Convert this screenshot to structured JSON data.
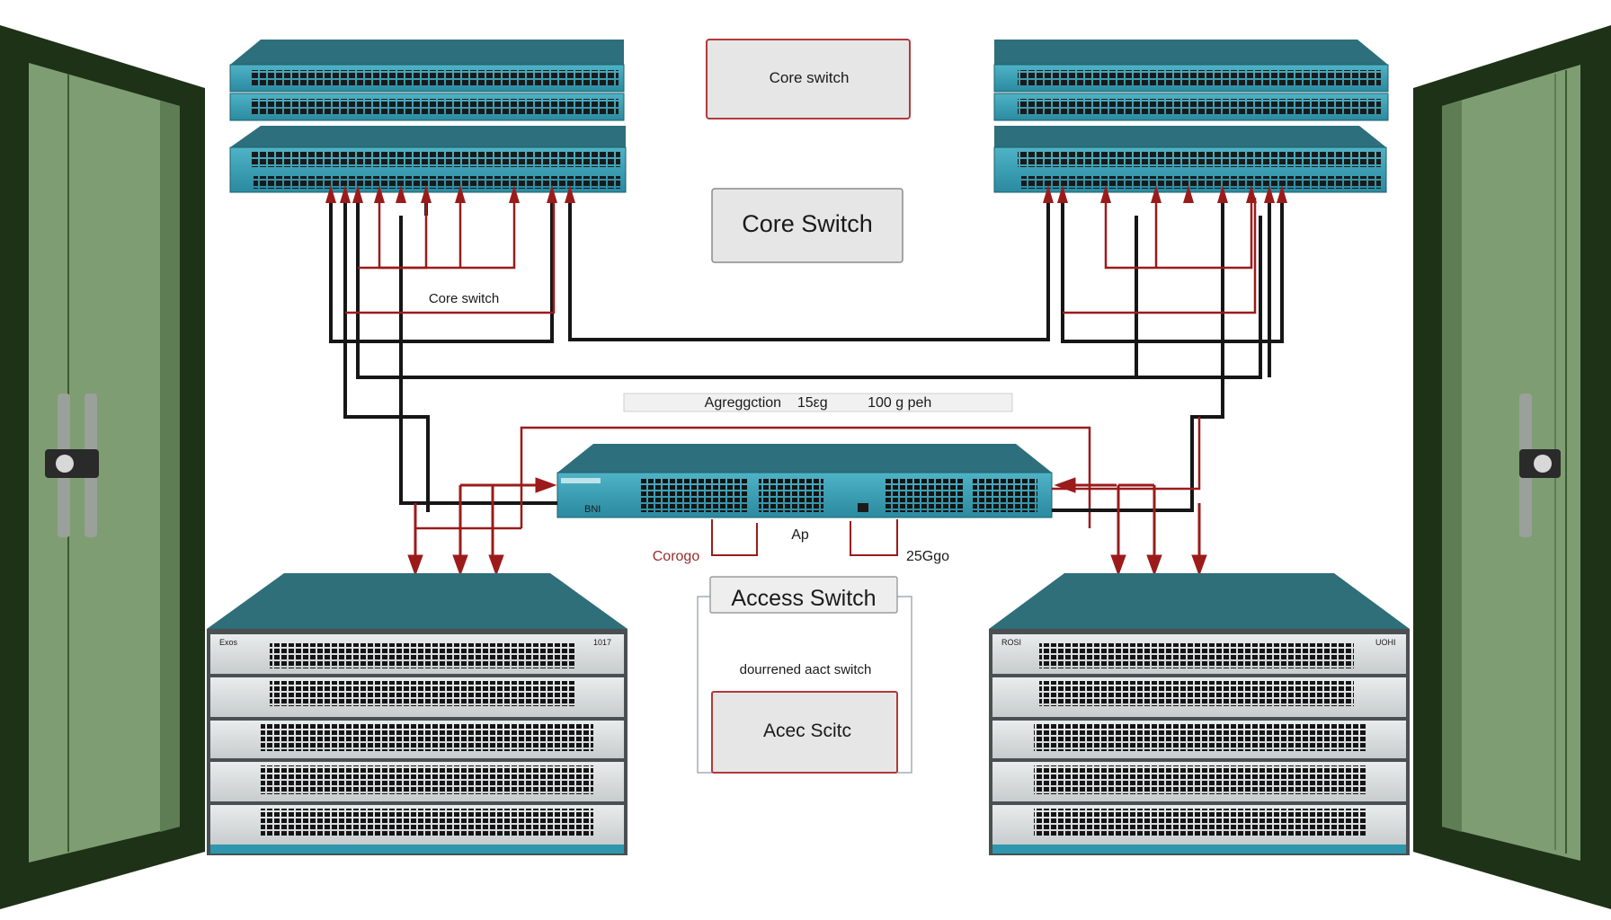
{
  "labels": {
    "core_switch_top": "Core switch",
    "core_switch_big": "Core Switch",
    "core_switch_left": "Core switch",
    "aggregation_bar": "Agreggction    15εg          100 g peh",
    "ap": "Ap",
    "corogo": "Corogo",
    "speed_right": "25Ggo",
    "access_switch": "Access Switch",
    "access_desc": "dourrened aact switch",
    "access_small": "Acec Scitc",
    "left_rack_tag": "Exos",
    "left_rack_tag2": "1017",
    "right_rack_tag": "ROSI",
    "right_rack_tag2": "UOHI",
    "agg_tag": "BNI"
  },
  "colors": {
    "switch_blue": "#2e97ad",
    "switch_top": "#2d6f7c",
    "rack_top": "#2f6f79",
    "door_frame": "#1d3217",
    "door_panel": "#7f9d73",
    "cable_black": "#161616",
    "cable_red": "#9b1b1b",
    "box_fill": "#e6e6e6",
    "box_border_red": "#b03a3a"
  },
  "icons": {
    "door_handle": "door-handle-icon",
    "arrow": "arrow-head-icon"
  }
}
